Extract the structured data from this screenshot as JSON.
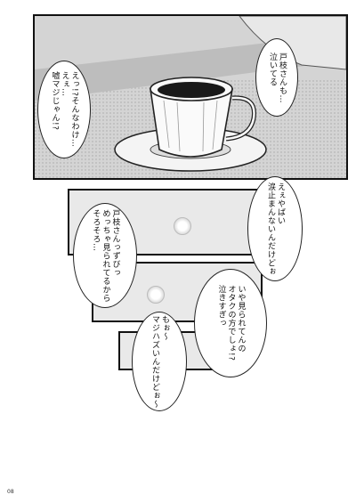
{
  "bubbles": {
    "b1": "戸枝さんも…\n泣いてる",
    "b2": "えっ!?そんなわけ…\nえぇ…\n嘘マジじゃん!?",
    "b3": "えぇやばい\n涙止まんないんだけどぉ",
    "b4": "戸枝さんっずびっ\nめっちゃ見られてるから\nそろそろ…",
    "b5": "いや見られてんの\nオタクの方でしょ!?\n泣きすぎっ",
    "b6": "もぉ〜\nマジハズいんだけどぉ〜"
  },
  "page_number": "08"
}
